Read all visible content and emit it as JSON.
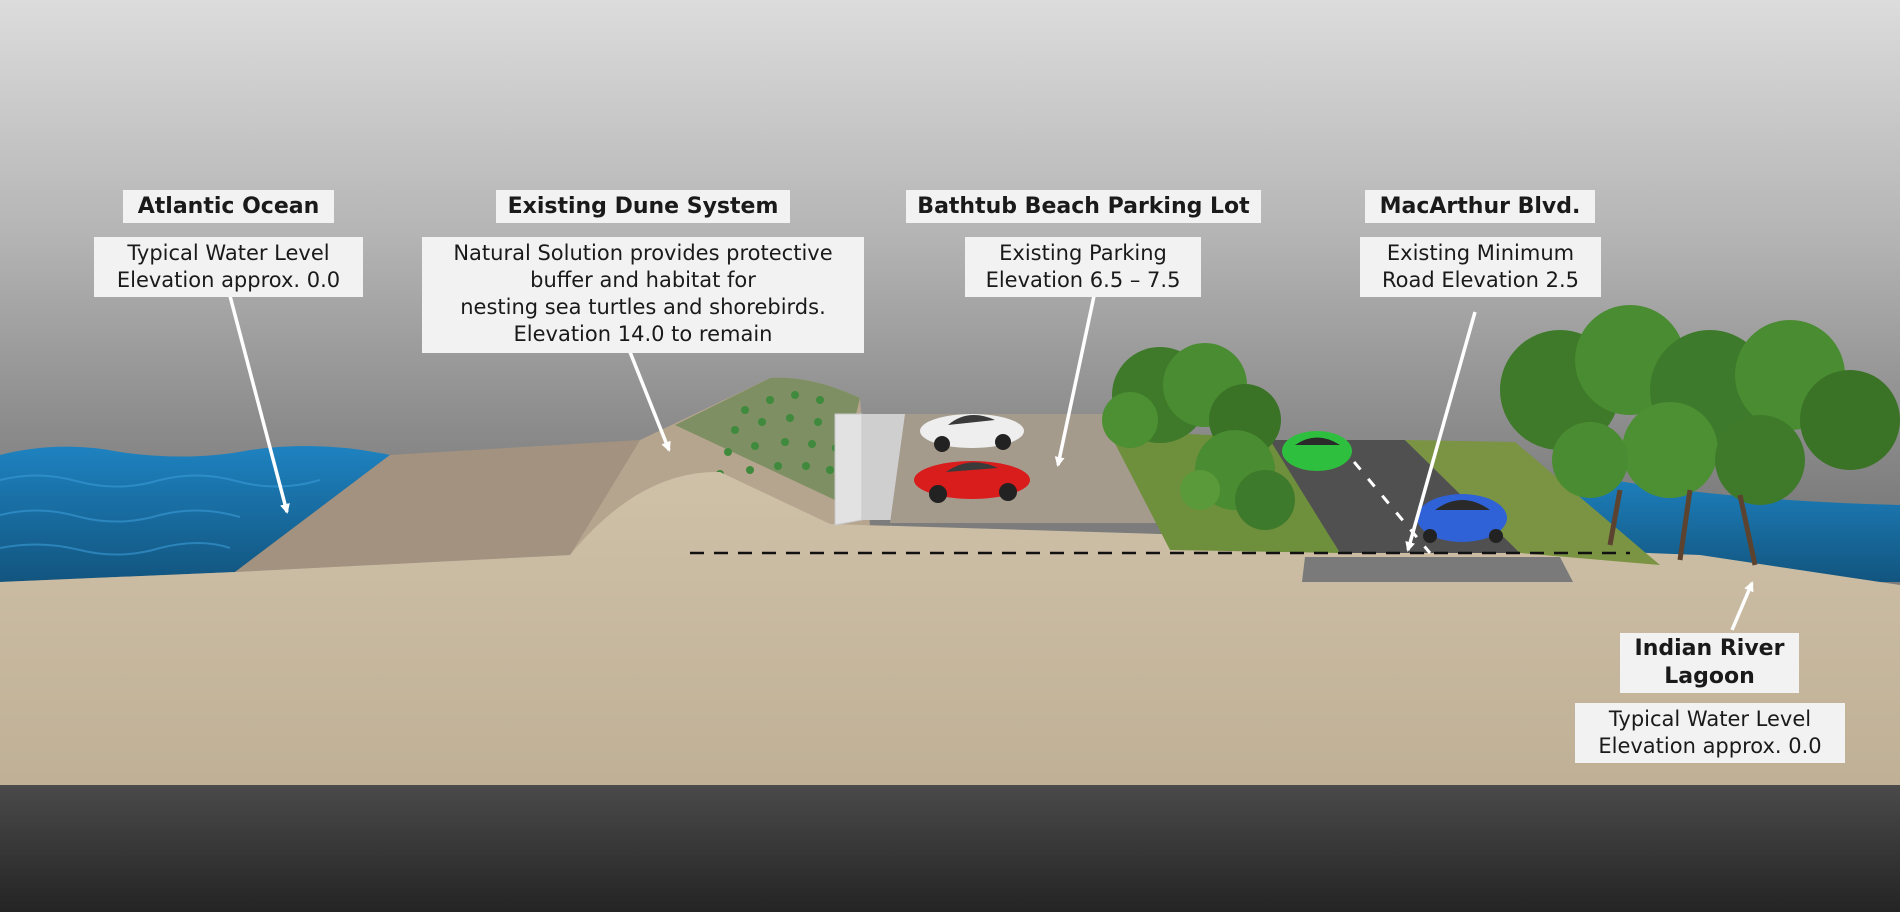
{
  "labels": {
    "atlantic_ocean": {
      "title": "Atlantic Ocean",
      "description": "Typical Water Level\nElevation approx. 0.0"
    },
    "dune_system": {
      "title": "Existing Dune System",
      "description": "Natural Solution provides protective\nbuffer and habitat for\nnesting sea turtles and shorebirds.\nElevation 14.0 to remain"
    },
    "parking_lot": {
      "title": "Bathtub Beach Parking Lot",
      "description": "Existing Parking\nElevation 6.5 – 7.5"
    },
    "macarthur_blvd": {
      "title": "MacArthur Blvd.",
      "description": "Existing Minimum\nRoad Elevation 2.5"
    },
    "indian_river_lagoon": {
      "title": "Indian River\nLagoon",
      "description": "Typical Water Level\nElevation approx. 0.0"
    }
  },
  "colors": {
    "ocean": "#1b6fa8",
    "sand": "#cbbda5",
    "ground_base": "#3c3c3c",
    "vegetation": "#4f8a2c",
    "road": "#4d4d4d",
    "car_white": "#eeeeee",
    "car_red": "#d91c1c",
    "car_green": "#2fbf3f",
    "car_blue": "#2f62d6"
  }
}
